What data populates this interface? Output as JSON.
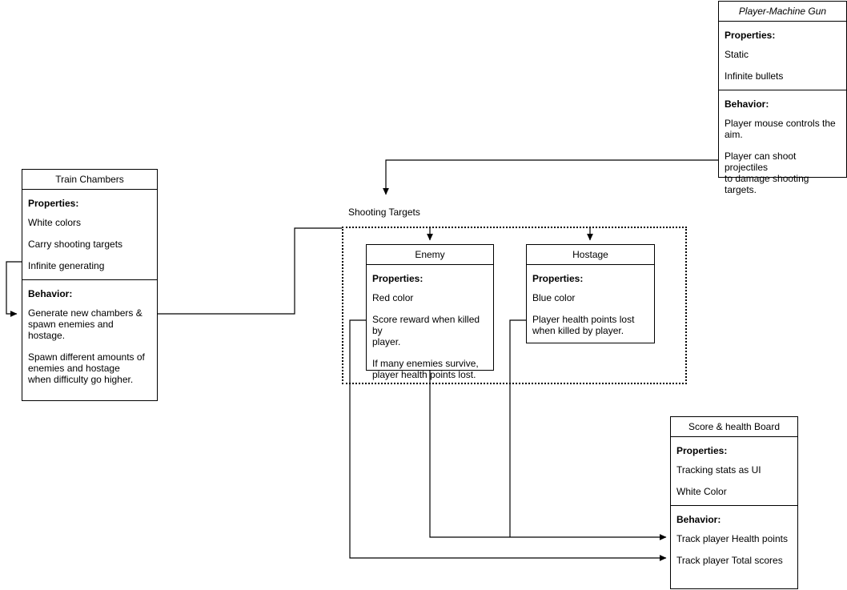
{
  "diagram": {
    "title_group_label": "Shooting Targets",
    "nodes": {
      "player_gun": {
        "title": "Player-Machine Gun",
        "properties_head": "Properties:",
        "properties": [
          "Static",
          "Infinite bullets"
        ],
        "behavior_head": "Behavior:",
        "behaviors": [
          "Player mouse controls the\naim.",
          "Player can shoot projectiles\nto damage shooting targets."
        ]
      },
      "train_chambers": {
        "title": "Train Chambers",
        "properties_head": "Properties:",
        "properties": [
          "White colors",
          "Carry shooting targets",
          "Infinite generating"
        ],
        "behavior_head": "Behavior:",
        "behaviors": [
          "Generate new chambers &\nspawn enemies and hostage.",
          "Spawn different amounts of\nenemies and hostage\nwhen difficulty go higher."
        ]
      },
      "enemy": {
        "title": "Enemy",
        "properties_head": "Properties:",
        "properties": [
          "Red color",
          "Score reward when killed by\nplayer.",
          "If many enemies survive,\nplayer health points lost."
        ]
      },
      "hostage": {
        "title": "Hostage",
        "properties_head": "Properties:",
        "properties": [
          "Blue color",
          "Player health points lost\nwhen killed by player."
        ]
      },
      "score_board": {
        "title": "Score & health Board",
        "properties_head": "Properties:",
        "properties": [
          "Tracking stats as UI",
          "White Color"
        ],
        "behavior_head": "Behavior:",
        "behaviors": [
          "Track player Health points",
          "Track player Total scores"
        ]
      }
    },
    "colors": {
      "stroke": "#000000",
      "fill": "#ffffff"
    }
  }
}
